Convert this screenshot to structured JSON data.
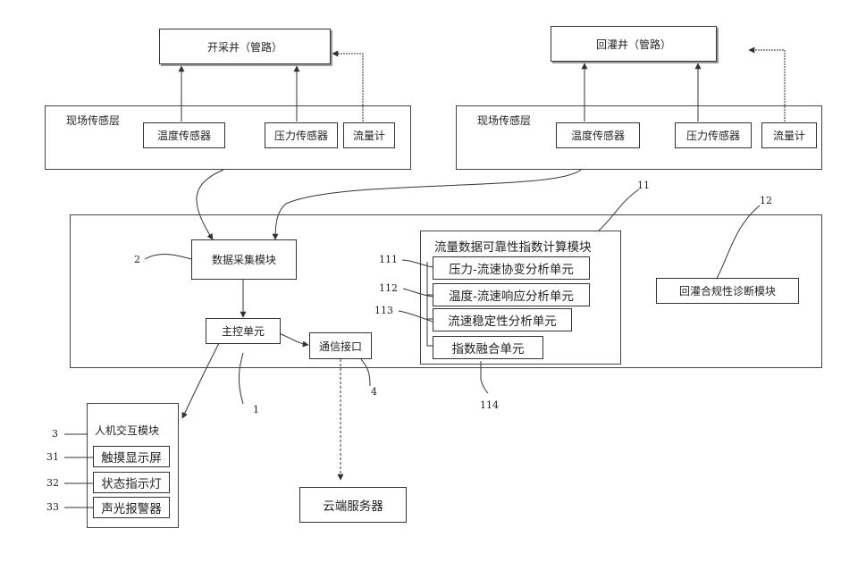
{
  "well_left": "开采井（管路）",
  "well_right": "回灌井（管路）",
  "field_layer_left": {
    "title": "现场传感层",
    "temp_sensor": "温度传感器",
    "pressure_sensor": "压力传感器",
    "flow_meter": "流量计"
  },
  "field_layer_right": {
    "title": "现场传感层",
    "temp_sensor": "温度传感器",
    "pressure_sensor": "压力传感器",
    "flow_meter": "流量计"
  },
  "data_acq": "数据采集模块",
  "main_ctrl": "主控单元",
  "comm_port": "通信接口",
  "cloud": "云端服务器",
  "hmi": {
    "title": "人机交互模块",
    "touch": "触摸显示屏",
    "status": "状态指示灯",
    "alarm": "声光报警器"
  },
  "calc": {
    "title": "流量数据可靠性指数计算模块",
    "u111": "压力-流速协变分析单元",
    "u112": "温度-流速响应分析单元",
    "u113": "流速稳定性分析单元",
    "u114": "指数融合单元"
  },
  "diag": "回灌合规性诊断模块",
  "numbers": {
    "n1": "1",
    "n2": "2",
    "n3": "3",
    "n4": "4",
    "n11": "11",
    "n12": "12",
    "n31": "31",
    "n32": "32",
    "n33": "33",
    "n111": "111",
    "n112": "112",
    "n113": "113",
    "n114": "114"
  }
}
